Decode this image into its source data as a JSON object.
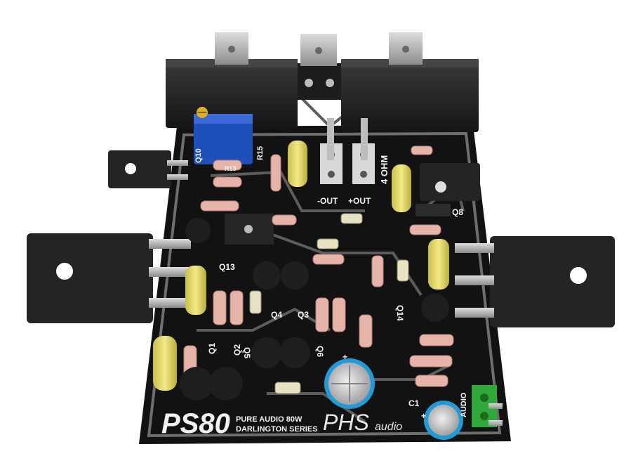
{
  "board": {
    "brand": "PS80",
    "tagline_line1": "PURE AUDIO 80W",
    "tagline_line2": "DARLINGTON SERIES",
    "logo_script_main": "PHS",
    "logo_script_sub": "audio"
  },
  "labels": {
    "out_neg": "-OUT",
    "out_pos": "+OUT",
    "impedance": "4 OHM",
    "audio": "AUDIO",
    "plus": "+",
    "q1": "Q1",
    "q2": "Q2",
    "q3": "Q3",
    "q4": "Q4",
    "q5": "Q5",
    "q6": "Q6",
    "q8": "Q8",
    "q10": "Q10",
    "q13": "Q13",
    "q14": "Q14",
    "r15": "R15",
    "r13": "R13",
    "c1": "C1"
  },
  "colors": {
    "pcb": "#121212",
    "silkscreen": "#f2f2f2",
    "trim_pot": "#1f4fb8",
    "film_cap": "#e6dc6a",
    "resistor": "#e7b4a9",
    "heatsink_tab": "#2a2a2a",
    "lead": "#c8c8c8",
    "terminal": "#2faa3a"
  }
}
